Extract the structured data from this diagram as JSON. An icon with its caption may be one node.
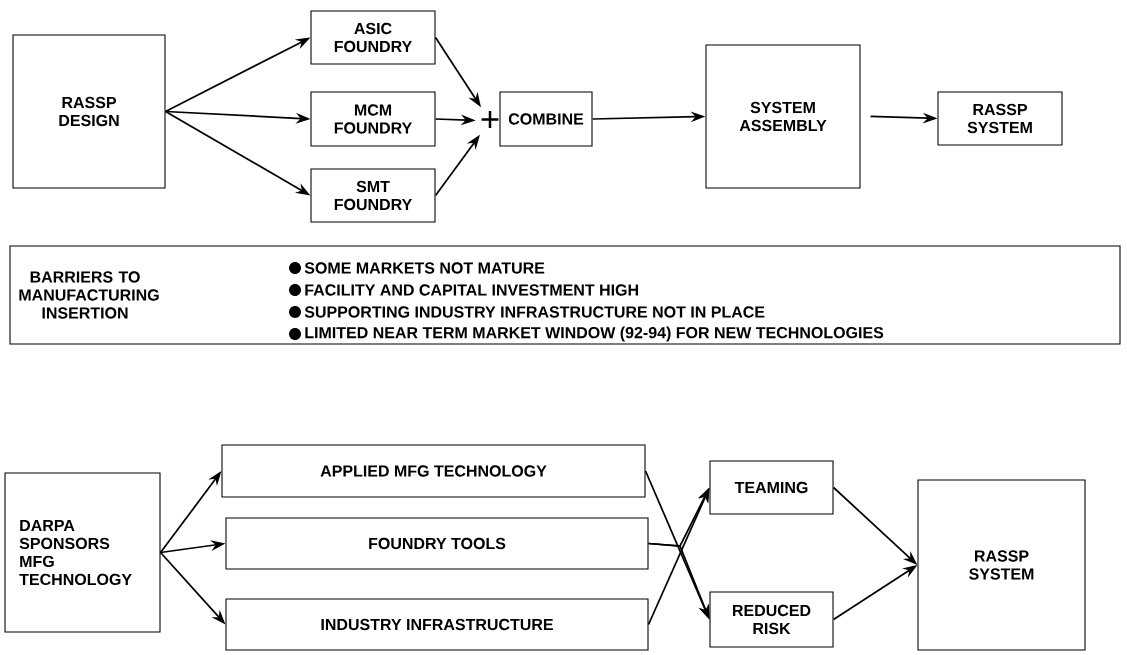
{
  "diagram": {
    "nodes": [
      {
        "text": [
          "RASSP DESIGN"
        ]
      },
      {
        "text": [
          "ASIC FOUNDRY"
        ]
      },
      {
        "text": [
          "MCM FOUNDRY"
        ]
      },
      {
        "text": [
          "SMT FOUNDRY"
        ]
      },
      {
        "text": [
          "+"
        ]
      },
      {
        "text": [
          "COMBINE"
        ]
      },
      {
        "text": [
          "SYSTEM ASSEMBLY"
        ]
      },
      {
        "text": [
          "RASSP SYSTEM"
        ]
      },
      {
        "text": [
          "BARRIERS TO MANUFACTURING INSERTION",
          "SOME MARKETS NOT MATURE",
          "FACILITY AND CAPITAL  INVESTMENT HIGH",
          "SUPPORTING INDUSTRY INFRASTRUCTURE NOT IN PLACE",
          "LIMITED NEAR TERM MARKET WINDOW (92-94) FOR NEW TECHNOLOGIES"
        ]
      },
      {
        "text": [
          "DARPA SPONSORS MFG TECHNOLOGY"
        ]
      },
      {
        "text": [
          "APPLIED MFG TECHNOLOGY"
        ]
      },
      {
        "text": [
          "FOUNDRY TOOLS"
        ]
      },
      {
        "text": [
          "INDUSTRY INFRASTRUCTURE"
        ]
      },
      {
        "text": [
          "TEAMING"
        ]
      },
      {
        "text": [
          "REDUCED RISK"
        ]
      },
      {
        "text": [
          "RASSP SYSTEM"
        ]
      }
    ],
    "edges": [
      {
        "from": 0,
        "to": 1,
        "arrow": "to"
      },
      {
        "from": 0,
        "to": 2,
        "arrow": "to"
      },
      {
        "from": 0,
        "to": 3,
        "arrow": "to"
      },
      {
        "from": 1,
        "to": 4,
        "arrow": "to"
      },
      {
        "from": 2,
        "to": 4,
        "arrow": "to"
      },
      {
        "from": 3,
        "to": 4,
        "arrow": "to"
      },
      {
        "from": 5,
        "to": 6,
        "arrow": "to"
      },
      {
        "from": 6,
        "to": 7,
        "arrow": "to"
      },
      {
        "from": 9,
        "to": 10,
        "arrow": "to"
      },
      {
        "from": 9,
        "to": 11,
        "arrow": "to"
      },
      {
        "from": 9,
        "to": 12,
        "arrow": "to"
      },
      {
        "from": 10,
        "to": 14,
        "arrow": "to"
      },
      {
        "from": 11,
        "to": 13,
        "arrow": "to"
      },
      {
        "from": 11,
        "to": 14,
        "arrow": "to"
      },
      {
        "from": 12,
        "to": 13,
        "arrow": "to"
      },
      {
        "from": 13,
        "to": 15,
        "arrow": "to"
      },
      {
        "from": 14,
        "to": 15,
        "arrow": "to"
      }
    ]
  }
}
